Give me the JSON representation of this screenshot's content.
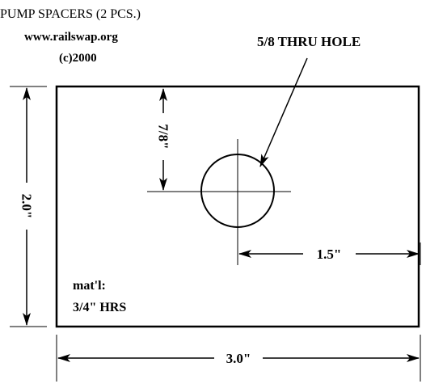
{
  "header": {
    "title": "PUMP SPACERS (2 PCS.)",
    "website": "www.railswap.org",
    "copyright": "(c)2000"
  },
  "callouts": {
    "hole": "5/8 THRU HOLE"
  },
  "dimensions": {
    "height": "2.0\"",
    "width": "3.0\"",
    "hole_center_from_top": "7/8\"",
    "hole_center_from_right": "1.5\""
  },
  "material": {
    "label": "mat'l:",
    "value": "3/4\" HRS"
  },
  "colors": {
    "ink": "#000000",
    "paper": "#ffffff"
  }
}
